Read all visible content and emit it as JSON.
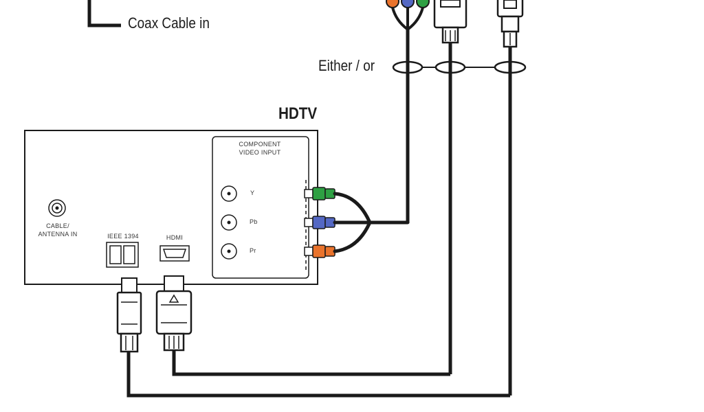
{
  "labels": {
    "coax": "Coax Cable in",
    "either_or": "Either / or",
    "hdtv": "HDTV",
    "component_line1": "COMPONENT",
    "component_line2": "VIDEO INPUT",
    "port_y": "Y",
    "port_pb": "Pb",
    "port_pr": "Pr",
    "cable_antenna_line1": "CABLE/",
    "cable_antenna_line2": "ANTENNA IN",
    "ieee": "IEEE 1394",
    "hdmi": "HDMI"
  },
  "colors": {
    "line": "#1a1a1a",
    "plug_green": "#2ea043",
    "plug_blue": "#5468c4",
    "plug_red": "#e9732c"
  }
}
